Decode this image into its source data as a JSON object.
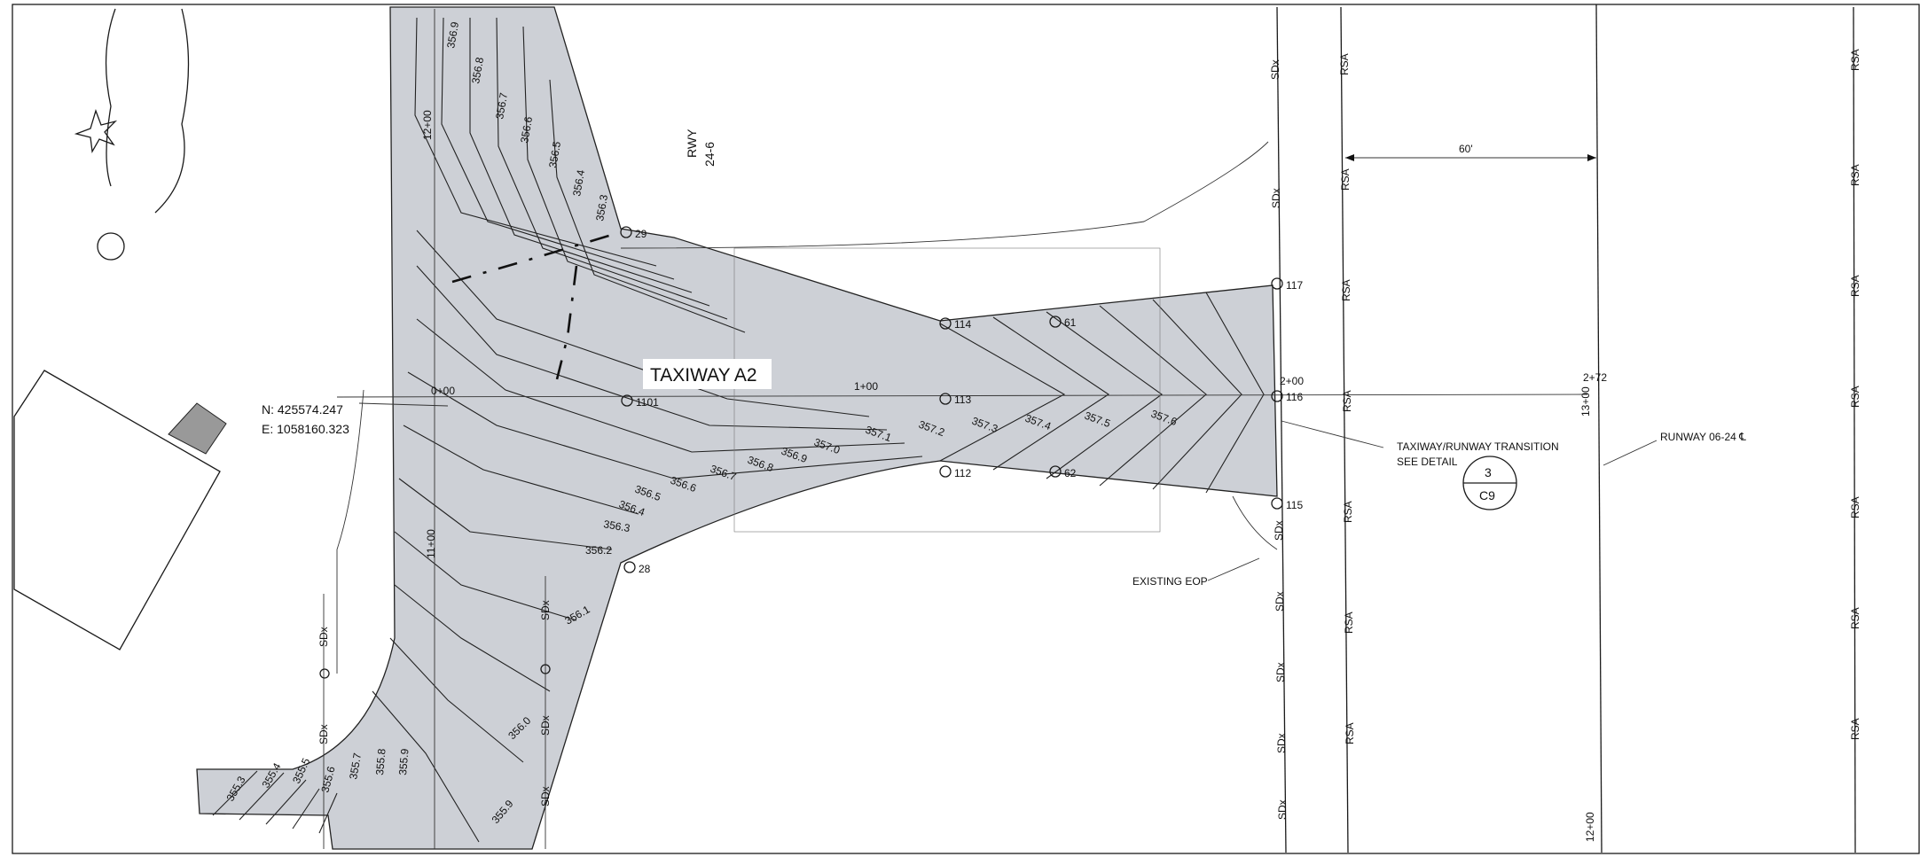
{
  "title": "TAXIWAY A2",
  "rwy_note": {
    "line1": "RWY",
    "line2": "24-6"
  },
  "coordinates": {
    "north": "N: 425574.247",
    "east": "E: 1058160.323"
  },
  "stations": {
    "s0": "0+00",
    "s1": "1+00",
    "s2": "2+00",
    "s2b": "2+72",
    "s11": "11+00",
    "s12": "12+00",
    "s12b": "12+00",
    "s13": "13+00"
  },
  "dimension": "60'",
  "notes": {
    "transition_line1": "TAXIWAY/RUNWAY TRANSITION",
    "transition_line2": "SEE DETAIL",
    "detail_number": "3",
    "detail_sheet": "C9",
    "runway_cl": "RUNWAY 06-24 ℄",
    "eop": "EXISTING EOP"
  },
  "points": [
    "29",
    "114",
    "61",
    "117",
    "1101",
    "113",
    "116",
    "112",
    "62",
    "115",
    "28"
  ],
  "contours_upper": [
    "356.9",
    "356.8",
    "356.7",
    "356.6",
    "356.5",
    "356.4",
    "356.3"
  ],
  "contours_lower": [
    "357.0",
    "356.9",
    "356.8",
    "356.7",
    "356.6",
    "356.5",
    "356.4",
    "356.3",
    "356.2",
    "356.1",
    "356.0",
    "355.9"
  ],
  "contours_east": [
    "357.1",
    "357.2",
    "357.3",
    "357.4",
    "357.5",
    "357.6"
  ],
  "contours_sw": [
    "355.3",
    "355.4",
    "355.5",
    "355.6",
    "355.7",
    "355.8",
    "355.9"
  ],
  "line_labels": {
    "rsa": "RSA",
    "sdx": "SDx"
  }
}
